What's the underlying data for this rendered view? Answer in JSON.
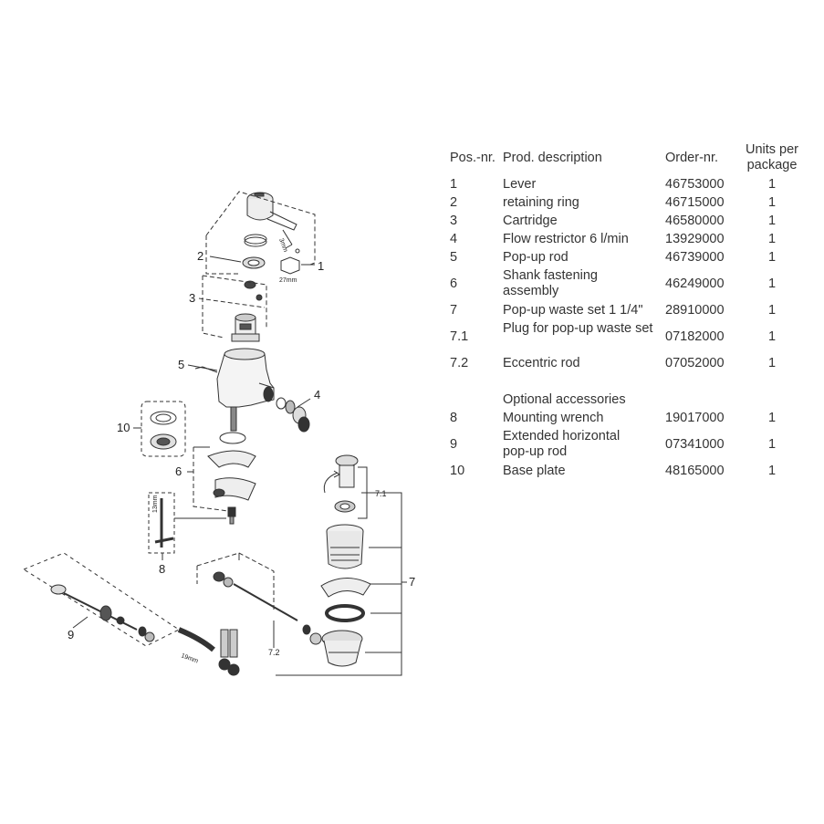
{
  "table": {
    "headers": {
      "pos": "Pos.-nr.",
      "desc": "Prod. description",
      "order": "Order-nr.",
      "units": "Units per package"
    },
    "rows": [
      {
        "pos": "1",
        "desc": "Lever",
        "order": "46753000",
        "units": "1"
      },
      {
        "pos": "2",
        "desc": "retaining ring",
        "order": "46715000",
        "units": "1"
      },
      {
        "pos": "3",
        "desc": "Cartridge",
        "order": "46580000",
        "units": "1"
      },
      {
        "pos": "4",
        "desc": "Flow restrictor 6 l/min",
        "order": "13929000",
        "units": "1"
      },
      {
        "pos": "5",
        "desc": "Pop-up rod",
        "order": "46739000",
        "units": "1"
      },
      {
        "pos": "6",
        "desc": "Shank fastening assembly",
        "order": "46249000",
        "units": "1"
      },
      {
        "pos": "7",
        "desc": "Pop-up waste set 1 1/4\"",
        "order": "28910000",
        "units": "1"
      },
      {
        "pos": "7.1",
        "desc": "Plug for pop-up waste set",
        "order": "07182000",
        "units": "1"
      },
      {
        "pos": "7.2",
        "desc": "Eccentric rod",
        "order": "07052000",
        "units": "1"
      }
    ],
    "optional_title": "Optional accessories",
    "optional_rows": [
      {
        "pos": "8",
        "desc": "Mounting wrench",
        "order": "19017000",
        "units": "1"
      },
      {
        "pos": "9",
        "desc": "Extended horizontal pop-up rod",
        "order": "07341000",
        "units": "1"
      },
      {
        "pos": "10",
        "desc": "Base plate",
        "order": "48165000",
        "units": "1"
      }
    ]
  },
  "diagram": {
    "callouts": [
      "1",
      "2",
      "3",
      "4",
      "5",
      "6",
      "7",
      "7.1",
      "7.2",
      "8",
      "9",
      "10"
    ],
    "dimensions": [
      "3mm",
      "27mm",
      "13mm",
      "19mm"
    ]
  }
}
